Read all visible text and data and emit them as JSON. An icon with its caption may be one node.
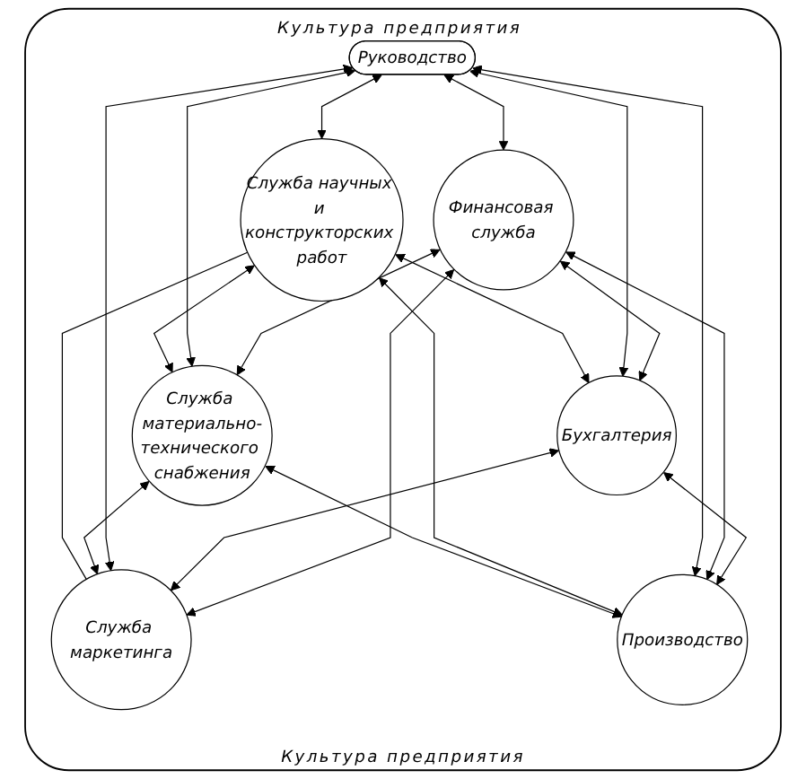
{
  "diagram": {
    "nodes": [
      {
        "text": [
          "Культура предприятия",
          "Культура предприятия"
        ]
      },
      {
        "text": [
          "Финансовая служба"
        ],
        "in": 0
      },
      {
        "text": [
          "Бухгалтерия"
        ],
        "in": 0
      },
      {
        "text": [
          "Служба маркетинга"
        ],
        "in": 0
      },
      {
        "text": [
          "Руководство"
        ],
        "in": 0
      },
      {
        "text": [
          "Производство"
        ],
        "in": 0
      },
      {
        "text": [
          "Служба материально-технического снабжения"
        ],
        "in": 0
      },
      {
        "text": [
          "Служба научных и конструкторских работ"
        ],
        "in": 0
      }
    ],
    "edges": [
      {
        "from": 1,
        "to": 2,
        "arrow": "both"
      },
      {
        "from": 1,
        "to": 3,
        "arrow": "both"
      },
      {
        "from": 2,
        "to": 5,
        "arrow": "both"
      },
      {
        "from": 4,
        "to": 1,
        "arrow": "both"
      },
      {
        "from": 4,
        "to": 2,
        "arrow": "both"
      },
      {
        "from": 1,
        "to": 5,
        "arrow": "both"
      },
      {
        "from": 2,
        "to": 3,
        "arrow": "both"
      },
      {
        "from": 1,
        "to": 6,
        "arrow": "both"
      },
      {
        "from": 7,
        "to": 2,
        "arrow": "both"
      },
      {
        "from": 4,
        "to": 3,
        "arrow": "both"
      },
      {
        "from": 4,
        "to": 5,
        "arrow": "both"
      },
      {
        "from": 6,
        "to": 3,
        "arrow": "both"
      },
      {
        "from": 7,
        "to": 5,
        "arrow": "both"
      },
      {
        "from": 4,
        "to": 6,
        "arrow": "both"
      },
      {
        "from": 4,
        "to": 7,
        "arrow": "both"
      },
      {
        "from": 7,
        "to": 3,
        "arrow": "none"
      },
      {
        "from": 6,
        "to": 5,
        "arrow": "both"
      },
      {
        "from": 7,
        "to": 6,
        "arrow": "both"
      }
    ]
  }
}
